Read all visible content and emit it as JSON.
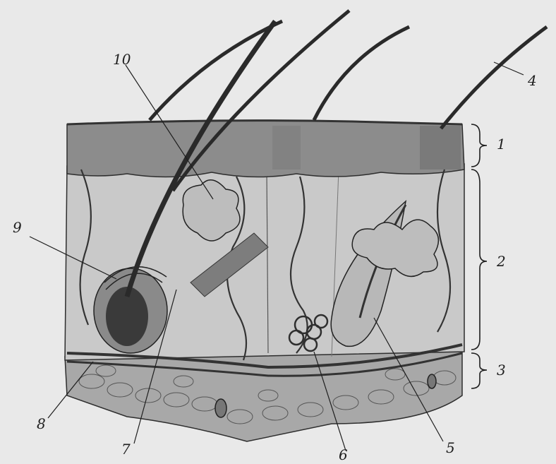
{
  "figure": {
    "labels": {
      "l1": "1",
      "l2": "2",
      "l3": "3",
      "l4": "4",
      "l5": "5",
      "l6": "6",
      "l7": "7",
      "l8": "8",
      "l9": "9",
      "l10": "10"
    }
  },
  "colors": {
    "background": "#e9e9e9",
    "epidermis": "#8c8c8c",
    "dermis": "#c9c9c9",
    "hypodermis": "#a8a8a8",
    "hair": "#2a2a2a",
    "line": "#1e1e1e"
  }
}
